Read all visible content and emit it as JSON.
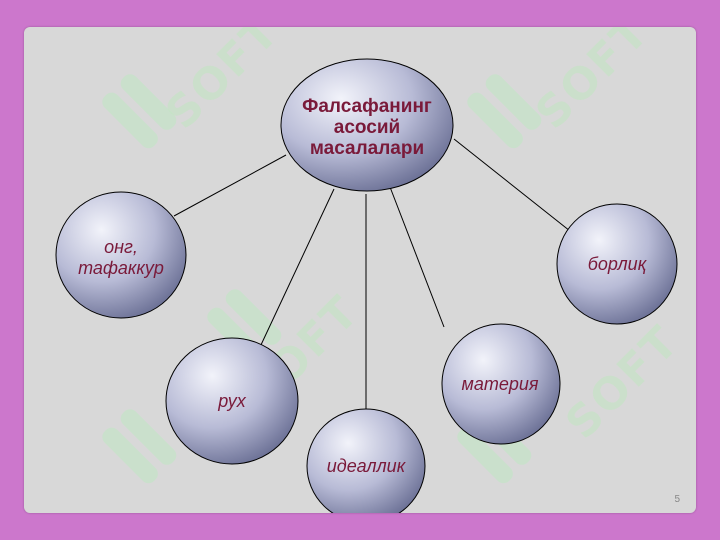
{
  "slide": {
    "center_title": "Фалсафанинг\nасосий\nмасалалари",
    "nodes": {
      "ong": "онг,\nтафаккур",
      "rukh": "рух",
      "idealik": "идеаллик",
      "materiya": "материя",
      "borliq": "борлиқ"
    },
    "page_number": "5",
    "watermark_text": "SOFT"
  },
  "colors": {
    "background": "#cc77cc",
    "slide": "#d8d8d8",
    "node_fill_light": "#eef0f8",
    "node_fill_dark": "#6f7498",
    "label_color": "#7a1a3a"
  }
}
